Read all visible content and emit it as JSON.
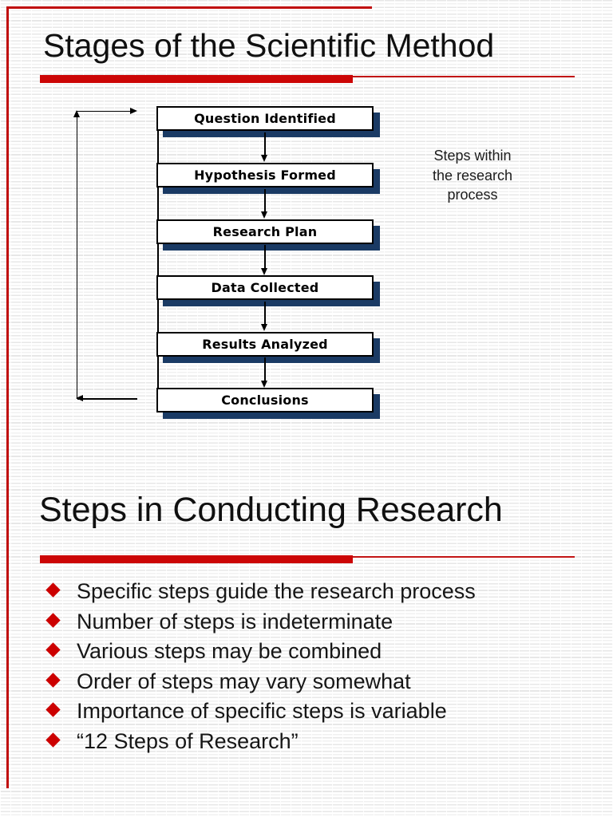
{
  "theme": {
    "accent_red": "#cc0606",
    "shadow_navy": "#1a3a64",
    "stripe_gray": "#e7e7e7",
    "text_black": "#101010"
  },
  "icons": {
    "bullet": "diamond-icon",
    "flow_arrows": "down-arrow, up-arrow, left-arrow, right-arrow"
  },
  "slide1": {
    "title": "Stages of the Scientific Method",
    "side_note_lines": [
      "Steps within",
      "the research",
      "process"
    ],
    "flow_steps": [
      "Question Identified",
      "Hypothesis Formed",
      "Research Plan",
      "Data Collected",
      "Results Analyzed",
      "Conclusions"
    ]
  },
  "slide2": {
    "title": "Steps in Conducting Research",
    "bullets": [
      "Specific steps guide the research process",
      "Number of steps is indeterminate",
      "Various steps may be combined",
      "Order of steps may vary somewhat",
      "Importance of specific steps is variable",
      "“12 Steps of Research”"
    ]
  }
}
